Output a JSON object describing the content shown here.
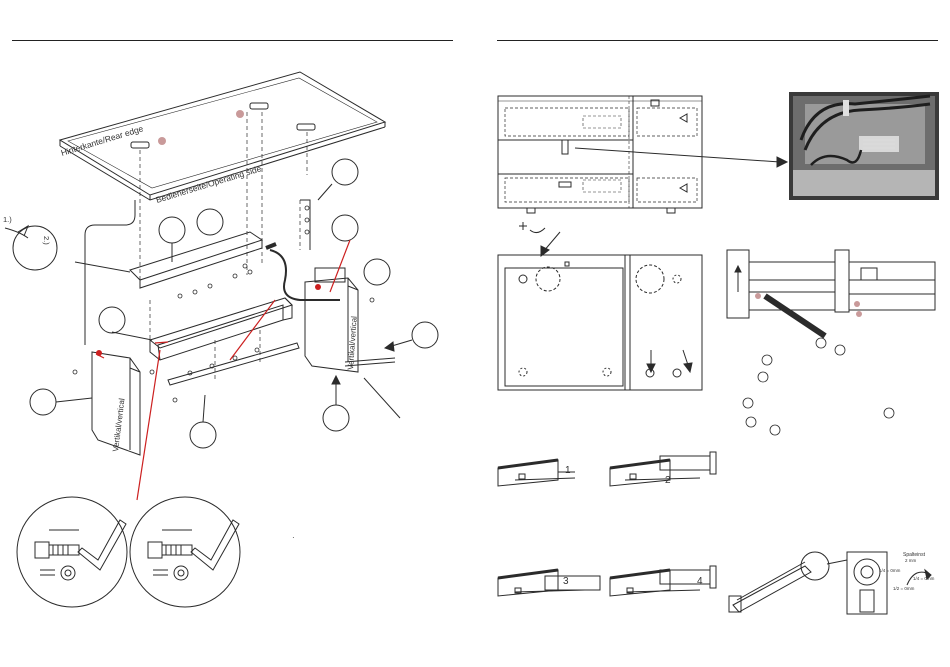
{
  "left_page": {
    "rear_edge_label": "Hinterkante/Rear edge",
    "operating_side_label": "Bedienerseite/Operating side",
    "vertical_label_left": "Vertikal/vertical",
    "vertical_label_right": "Vertikal/vertical",
    "rotation_label_1": "1.)",
    "rotation_label_2": "2.)",
    "detail_mark": "·"
  },
  "right_page": {
    "slide_step_1": "1",
    "slide_step_2": "2",
    "slide_step_3": "3",
    "slide_step_4": "4",
    "spacing_title": "Spalteinst",
    "spacing_value_1": "1/4 = 0mm",
    "spacing_value_2": "1/4 = 0mm",
    "spacing_value_3": "1/2 = 0mm",
    "spacing_value_4": "2 mm"
  },
  "colors": {
    "line": "#2b2b2b",
    "accent_red": "#cc2020",
    "marker_pink": "#c99a9a",
    "photo_dark": "#3a3a3a"
  }
}
